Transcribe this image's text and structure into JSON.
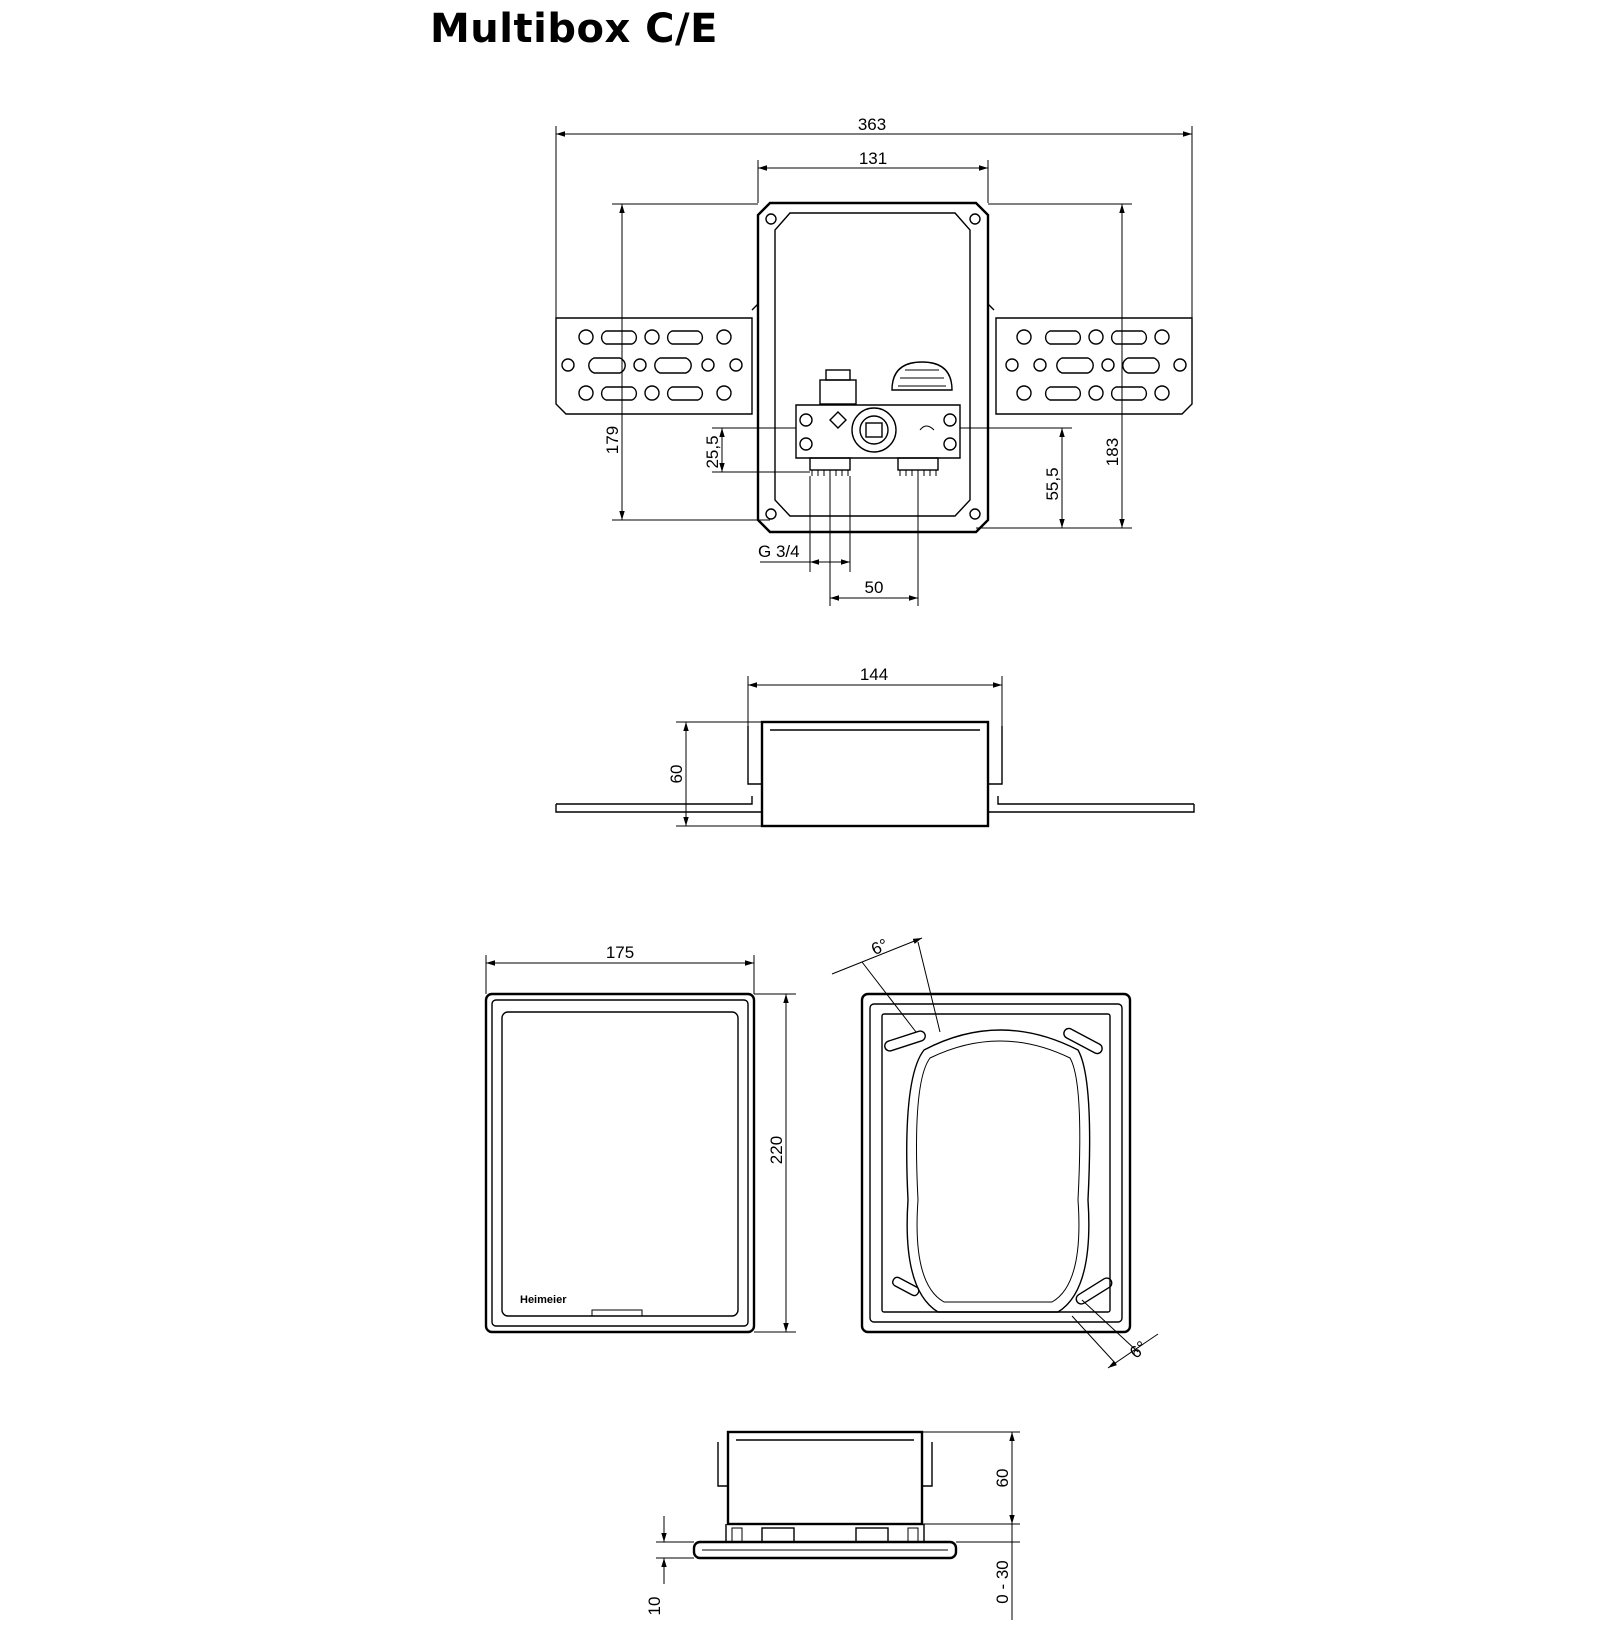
{
  "title": "Multibox C/E",
  "front_view": {
    "dim_overall_width": "363",
    "dim_box_width": "131",
    "dim_height_left": "179",
    "dim_height_right": "183",
    "dim_valve_offset": "25,5",
    "dim_outlet_offset": "55,5",
    "dim_thread": "G 3/4",
    "dim_spacing": "50"
  },
  "top_view": {
    "dim_width": "144",
    "dim_depth": "60"
  },
  "cover_view": {
    "dim_width": "175",
    "dim_height": "220",
    "brand": "Heimeier"
  },
  "frame_view": {
    "angle_top": "6°",
    "angle_bottom": "6°"
  },
  "side_view": {
    "dim_depth": "60",
    "dim_plate": "10",
    "dim_range": "0 - 30"
  }
}
